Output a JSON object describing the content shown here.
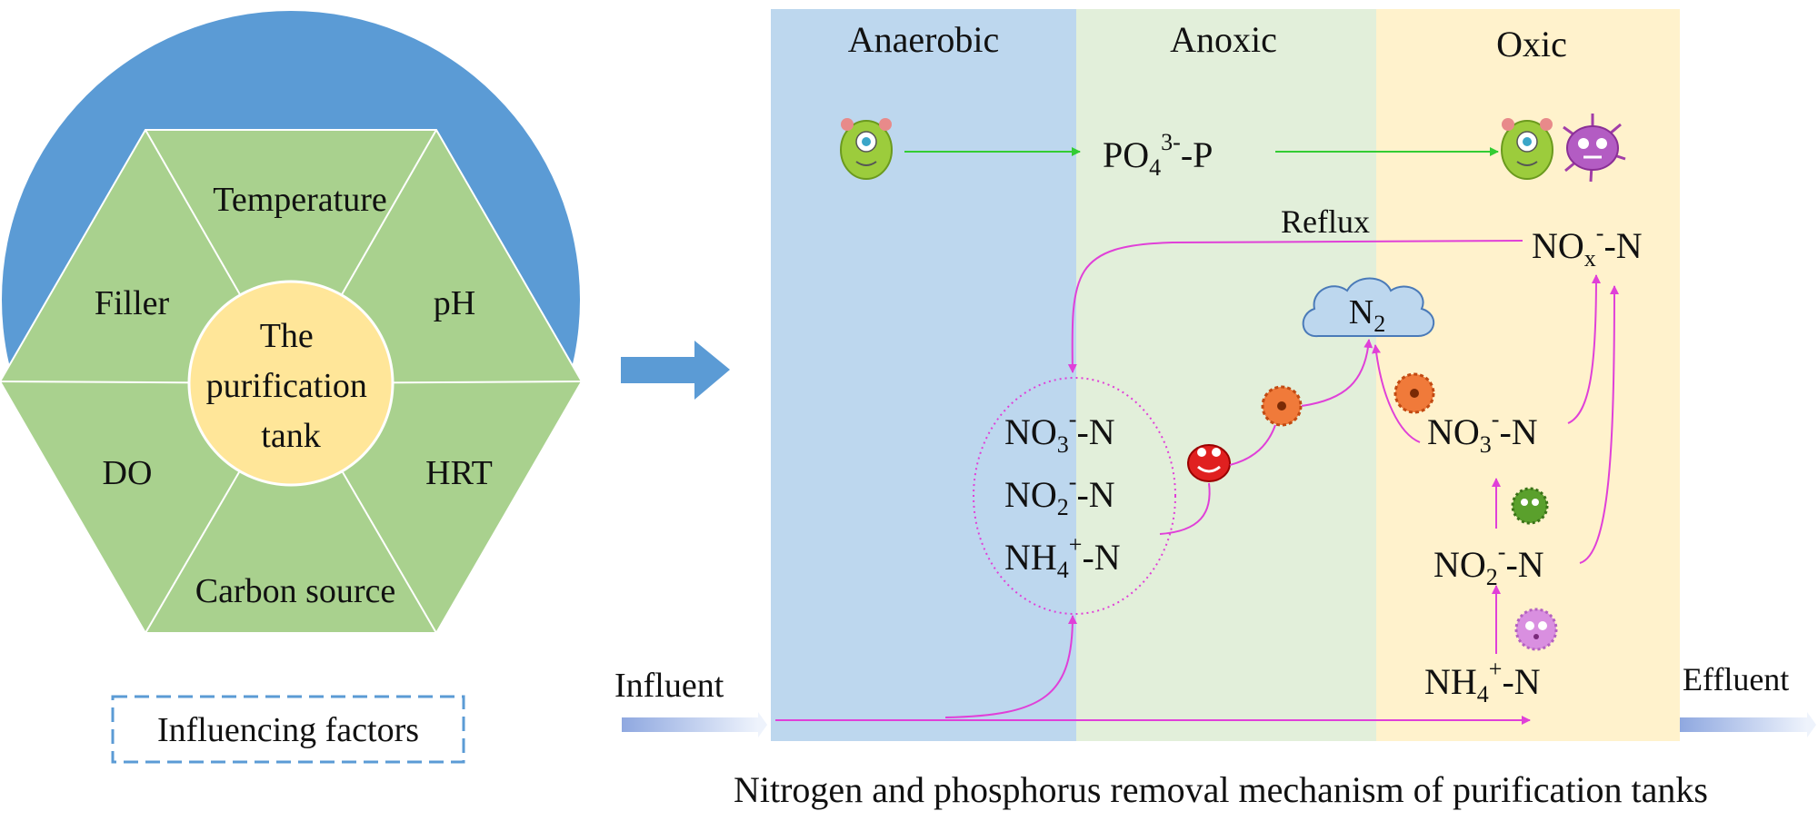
{
  "left_panel": {
    "center_label_lines": [
      "The",
      "purification",
      "tank"
    ],
    "factors": [
      "Temperature",
      "pH",
      "HRT",
      "Carbon source",
      "DO",
      "Filler"
    ],
    "caption": "Influencing factors"
  },
  "zones": {
    "anaerobic": "Anaerobic",
    "anoxic": "Anoxic",
    "oxic": "Oxic"
  },
  "species": {
    "po4": {
      "base": "PO",
      "sub": "4",
      "sup": "3-",
      "suffix": "-P"
    },
    "nox": {
      "base": "NO",
      "sub": "x",
      "sup": "-",
      "suffix": "-N"
    },
    "n2": {
      "base": "N",
      "sub": "2"
    },
    "no3_anoxic": {
      "base": "NO",
      "sub": "3",
      "sup": "-",
      "suffix": "-N"
    },
    "no2_anoxic": {
      "base": "NO",
      "sub": "2",
      "sup": "-",
      "suffix": "-N"
    },
    "nh4_anoxic": {
      "base": "NH",
      "sub": "4",
      "sup": "+",
      "suffix": "-N"
    },
    "no3_oxic": {
      "base": "NO",
      "sub": "3",
      "sup": "-",
      "suffix": "-N"
    },
    "no2_oxic": {
      "base": "NO",
      "sub": "2",
      "sup": "-",
      "suffix": "-N"
    },
    "nh4_oxic": {
      "base": "NH",
      "sub": "4",
      "sup": "+",
      "suffix": "-N"
    }
  },
  "labels": {
    "reflux": "Reflux",
    "influent": "Influent",
    "effluent": "Effluent"
  },
  "caption": "Nitrogen and phosphorus removal mechanism of purification tanks",
  "colors": {
    "circle_blue": "#5b9bd5",
    "hexagon_green": "#a9d18e",
    "center_yellow": "#ffe699",
    "anaerobic_bg": "#bdd7ee",
    "anoxic_bg": "#e2efda",
    "oxic_bg": "#fff2cc",
    "flow_magenta": "#e040d8",
    "phosphorus_green": "#33cc33"
  }
}
